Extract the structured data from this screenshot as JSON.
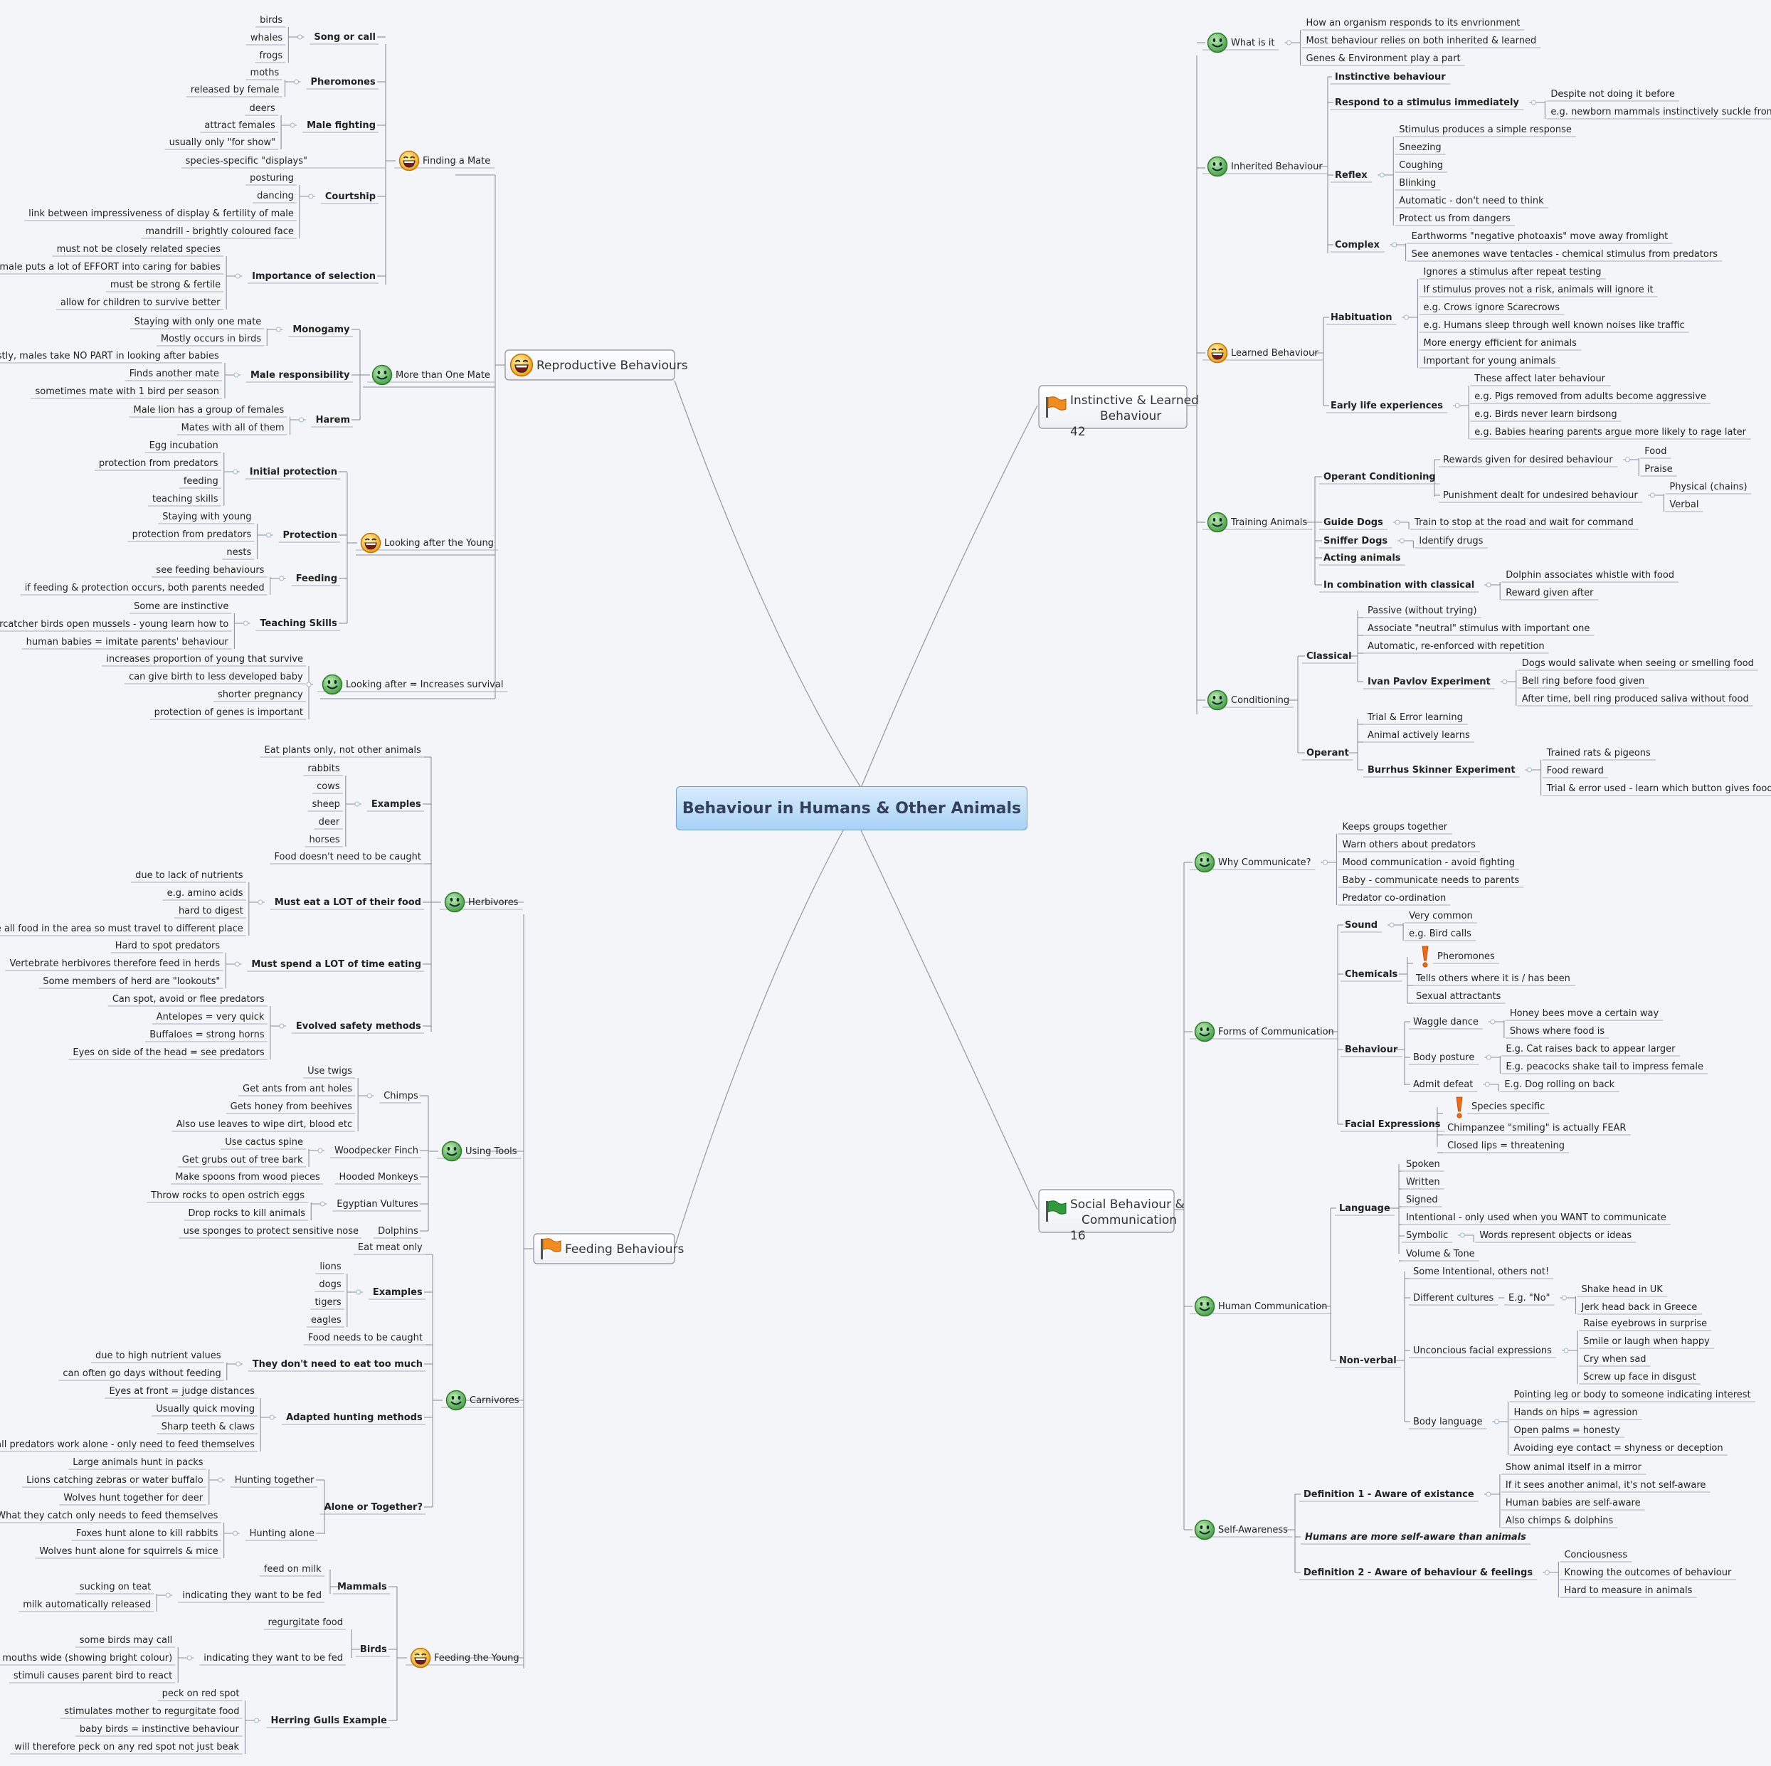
{
  "root": "Behaviour in Humans & Other Animals",
  "main": {
    "repro": "Reproductive Behaviours",
    "feed": "Feeding Behaviours",
    "instinct": "Instinctive & Learned Behaviour",
    "social": "Social Behaviour & Communication"
  },
  "repro": {
    "mate": {
      "label": "Finding a Mate",
      "song": {
        "label": "Song or call",
        "items": [
          "birds",
          "whales",
          "frogs"
        ]
      },
      "phero": {
        "label": "Pheromones",
        "items": [
          "moths",
          "released by female"
        ]
      },
      "fight": {
        "label": "Male fighting",
        "items": [
          "deers",
          "attract females",
          "usually only \"for show\""
        ]
      },
      "species": "species-specific \"displays\"",
      "court": {
        "label": "Courtship",
        "items": [
          "posturing",
          "dancing",
          "link between impressiveness of display & fertility of male",
          "mandrill - brightly coloured face"
        ]
      },
      "select": {
        "label": "Importance of selection",
        "items": [
          "must not be closely related species",
          "female puts a lot of EFFORT into caring for babies",
          "must be strong & fertile",
          "allow for children to survive better"
        ]
      }
    },
    "more": {
      "label": "More than One Mate",
      "mono": {
        "label": "Monogamy",
        "items": [
          "Staying with only one mate",
          "Mostly occurs in birds"
        ]
      },
      "male": {
        "label": "Male responsibility",
        "items": [
          "Mostly, males take NO PART in looking after babies",
          "Finds another mate",
          "sometimes mate with 1 bird per season"
        ]
      },
      "harem": {
        "label": "Harem",
        "items": [
          "Male lion has a group of females",
          "Mates with all of them"
        ]
      }
    },
    "young": {
      "label": "Looking after the Young",
      "init": {
        "label": "Initial protection",
        "items": [
          "Egg incubation",
          "protection from predators",
          "feeding",
          "teaching skills"
        ]
      },
      "prot": {
        "label": "Protection",
        "items": [
          "Staying with young",
          "protection from predators",
          "nests"
        ]
      },
      "feed": {
        "label": "Feeding",
        "items": [
          "see feeding behaviours",
          "if feeding & protection occurs, both parents needed"
        ]
      },
      "teach": {
        "label": "Teaching Skills",
        "items": [
          "Some are instinctive",
          "Oystercatcher birds open mussels - young learn how to",
          "human babies = imitate parents' behaviour"
        ]
      }
    },
    "surv": {
      "label": "Looking after = Increases survival",
      "items": [
        "increases proportion of young that survive",
        "can give birth to less developed baby",
        "shorter pregnancy",
        "protection of genes is important"
      ]
    }
  },
  "feed": {
    "herb": {
      "label": "Herbivores",
      "plants": "Eat plants only, not other animals",
      "ex": {
        "label": "Examples",
        "items": [
          "rabbits",
          "cows",
          "sheep",
          "deer",
          "horses"
        ]
      },
      "caught": "Food doesn't need to be caught",
      "lot": {
        "label": "Must eat a LOT of their food",
        "items": [
          "due to lack of nutrients",
          "e.g. amino acids",
          "hard to digest",
          "consume all food in the area so must travel to different place"
        ]
      },
      "time": {
        "label": "Must spend a LOT of time eating",
        "items": [
          "Hard to spot predators",
          "Vertebrate herbivores therefore feed in herds",
          "Some members of herd are \"lookouts\""
        ]
      },
      "safe": {
        "label": "Evolved safety methods",
        "items": [
          "Can spot, avoid or flee predators",
          "Antelopes = very quick",
          "Buffaloes = strong horns",
          "Eyes on side of the head = see predators"
        ]
      }
    },
    "tools": {
      "label": "Using Tools",
      "chimps": {
        "label": "Chimps",
        "items": [
          "Use twigs",
          "Get ants from ant holes",
          "Gets honey from beehives",
          "Also use leaves to wipe dirt, blood etc"
        ]
      },
      "wood": {
        "label": "Woodpecker Finch",
        "items": [
          "Use cactus spine",
          "Get grubs out of tree bark"
        ]
      },
      "hooded": {
        "label": "Hooded Monkeys",
        "item": "Make spoons from wood pieces"
      },
      "vult": {
        "label": "Egyptian Vultures",
        "items": [
          "Throw rocks to open ostrich eggs",
          "Drop rocks to kill animals"
        ]
      },
      "dolph": {
        "label": "Dolphins",
        "item": "use sponges to protect sensitive nose"
      }
    },
    "carn": {
      "label": "Carnivores",
      "meat": "Eat meat only",
      "ex": {
        "label": "Examples",
        "items": [
          "lions",
          "dogs",
          "tigers",
          "eagles"
        ]
      },
      "caught": "Food needs to be caught",
      "much": {
        "label": "They don't need to eat too much",
        "items": [
          "due to high nutrient values",
          "can often go days without feeding"
        ]
      },
      "hunt": {
        "label": "Adapted hunting methods",
        "items": [
          "Eyes at front = judge distances",
          "Usually quick moving",
          "Sharp teeth & claws",
          "Small predators work alone - only need to feed themselves"
        ]
      },
      "alone": {
        "label": "Alone or Together?",
        "together": {
          "label": "Hunting together",
          "items": [
            "Large animals hunt in packs",
            "Lions catching zebras or water buffalo",
            "Wolves hunt together for deer"
          ]
        },
        "solo": {
          "label": "Hunting alone",
          "items": [
            "What they catch only needs to feed themselves",
            "Foxes hunt alone to kill rabbits",
            "Wolves hunt alone for squirrels & mice"
          ]
        }
      }
    },
    "fyoung": {
      "label": "Feeding the Young",
      "mam": {
        "label": "Mammals",
        "feed": "feed on milk",
        "ind": "indicating they want to be fed",
        "items": [
          "sucking on teat",
          "milk automatically released"
        ]
      },
      "birds": {
        "label": "Birds",
        "regurg": "regurgitate food",
        "ind": "indicating they want to be fed",
        "items": [
          "some birds may call",
          "open mouths wide (showing bright colour)",
          "stimuli causes parent bird to react"
        ]
      },
      "gulls": {
        "label": "Herring Gulls Example",
        "items": [
          "peck on red spot",
          "stimulates mother to regurgitate food",
          "baby birds = instinctive behaviour",
          "will therefore peck on any red spot not just beak"
        ]
      }
    }
  },
  "inst": {
    "what": {
      "label": "What is it",
      "items": [
        "How an organism responds to its envrionment",
        "Most behaviour relies on both inherited & learned",
        "Genes & Environment play a part"
      ]
    },
    "inh": {
      "label": "Inherited Behaviour",
      "instinctive": "Instinctive behaviour",
      "respond": {
        "label": "Respond to a stimulus immediately",
        "items": [
          "Despite not doing it before",
          "e.g. newborn mammals instinctively suckle from mothers"
        ]
      },
      "reflex": {
        "label": "Reflex",
        "items": [
          "Stimulus produces a simple response",
          "Sneezing",
          "Coughing",
          "Blinking",
          "Automatic - don't need to think",
          "Protect us from dangers"
        ]
      },
      "complex": {
        "label": "Complex",
        "items": [
          "Earthworms \"negative photoaxis\" move away fromlight",
          "See anemones wave tentacles - chemical stimulus from predators"
        ]
      }
    },
    "learn": {
      "label": "Learned Behaviour",
      "hab": {
        "label": "Habituation",
        "items": [
          "Ignores a stimulus after repeat testing",
          "If stimulus proves not a risk, animals will ignore it",
          "e.g. Crows ignore Scarecrows",
          "e.g. Humans sleep through well known noises like traffic",
          "More energy efficient for animals",
          "Important for young animals"
        ]
      },
      "early": {
        "label": "Early life experiences",
        "items": [
          "These affect later behaviour",
          "e.g. Pigs removed from adults become aggressive",
          "e.g. Birds never learn birdsong",
          "e.g. Babies hearing parents argue more likely to rage later"
        ]
      }
    },
    "train": {
      "label": "Training Animals",
      "oper": {
        "label": "Operant Conditioning",
        "reward": "Rewards given for desired behaviour",
        "rewardItems": [
          "Food",
          "Praise"
        ],
        "punish": "Punishment dealt for undesired behaviour",
        "punishItems": [
          "Physical (chains)",
          "Verbal"
        ]
      },
      "guide": {
        "label": "Guide Dogs",
        "item": "Train to stop at the road and wait for command"
      },
      "sniff": {
        "label": "Sniffer Dogs",
        "item": "Identify drugs"
      },
      "acting": "Acting animals",
      "combo": {
        "label": "In combination with classical",
        "items": [
          "Dolphin associates whistle with food",
          "Reward given after"
        ]
      }
    },
    "cond": {
      "label": "Conditioning",
      "classical": {
        "label": "Classical",
        "items": [
          "Passive (without trying)",
          "Associate \"neutral\" stimulus with important one",
          "Automatic, re-enforced with repetition"
        ],
        "pavlov": {
          "label": "Ivan Pavlov Experiment",
          "items": [
            "Dogs would salivate when seeing or smelling food",
            "Bell ring before food given",
            "After time, bell ring produced saliva without food"
          ]
        }
      },
      "operant": {
        "label": "Operant",
        "items": [
          "Trial & Error learning",
          "Animal actively learns"
        ],
        "skinner": {
          "label": "Burrhus Skinner Experiment",
          "items": [
            "Trained rats & pigeons",
            "Food reward",
            "Trial & error used - learn which button gives food"
          ]
        }
      }
    }
  },
  "soc": {
    "why": {
      "label": "Why Communicate?",
      "items": [
        "Keeps groups together",
        "Warn others about predators",
        "Mood communication - avoid fighting",
        "Baby - communicate needs to parents",
        "Predator co-ordination"
      ]
    },
    "forms": {
      "label": "Forms of Communication",
      "sound": {
        "label": "Sound",
        "items": [
          "Very common",
          "e.g. Bird calls"
        ]
      },
      "chem": {
        "label": "Chemicals",
        "items": [
          "Pheromones",
          "Tells others where it is / has been",
          "Sexual attractants"
        ]
      },
      "beh": {
        "label": "Behaviour",
        "waggle": {
          "label": "Waggle dance",
          "items": [
            "Honey bees move a certain way",
            "Shows where food is"
          ]
        },
        "posture": {
          "label": "Body posture",
          "items": [
            "E.g. Cat raises back to appear larger",
            "E.g. peacocks shake tail to impress female"
          ]
        },
        "defeat": {
          "label": "Admit defeat",
          "item": "E.g. Dog rolling on back"
        }
      },
      "face": {
        "label": "Facial Expressions",
        "items": [
          "Species specific",
          "Chimpanzee \"smiling\" is actually FEAR",
          "Closed lips = threatening"
        ]
      }
    },
    "human": {
      "label": "Human Communication",
      "lang": {
        "label": "Language",
        "items": [
          "Spoken",
          "Written",
          "Signed",
          "Intentional - only used when you WANT to communicate"
        ],
        "symbolic": "Symbolic",
        "symbolicItem": "Words represent objects or ideas",
        "volume": "Volume & Tone"
      },
      "nonverbal": {
        "label": "Non-verbal",
        "some": "Some Intentional, others not!",
        "cultures": {
          "label": "Different cultures",
          "eg": "E.g. \"No\"",
          "items": [
            "Shake head in UK",
            "Jerk head back in Greece"
          ]
        },
        "unconscious": {
          "label": "Unconcious facial expressions",
          "items": [
            "Raise eyebrows in surprise",
            "Smile or laugh when happy",
            "Cry when sad",
            "Screw up face in disgust"
          ]
        },
        "body": {
          "label": "Body language",
          "items": [
            "Pointing leg or body to someone indicating interest",
            "Hands on hips = agression",
            "Open palms = honesty",
            "Avoiding eye contact = shyness or deception"
          ]
        }
      }
    },
    "self": {
      "label": "Self-Awareness",
      "def1": {
        "label": "Definition 1 - Aware of existance",
        "items": [
          "Show animal itself in a mirror",
          "If it sees another animal, it's not self-aware",
          "Human babies are self-aware",
          "Also chimps & dolphins"
        ]
      },
      "more": "Humans are more self-aware than animals",
      "def2": {
        "label": "Definition 2 - Aware of behaviour & feelings",
        "items": [
          "Conciousness",
          "Knowing the outcomes of behaviour",
          "Hard to measure in animals"
        ]
      }
    }
  },
  "colors": {
    "line": "#8c9099",
    "connector": "#a9adb5",
    "smiley": "#4caa4c",
    "laugh": "#f4b21a",
    "flag_orange": "#f08a1e",
    "flag_green": "#2e9a3c",
    "root_top": "#d8ecfb",
    "root_bottom": "#a9d2f5"
  },
  "icons": {
    "smiley": "smiley-icon",
    "laugh": "laugh-icon",
    "flag": "flag-icon",
    "exclamation": "exclamation-icon"
  }
}
